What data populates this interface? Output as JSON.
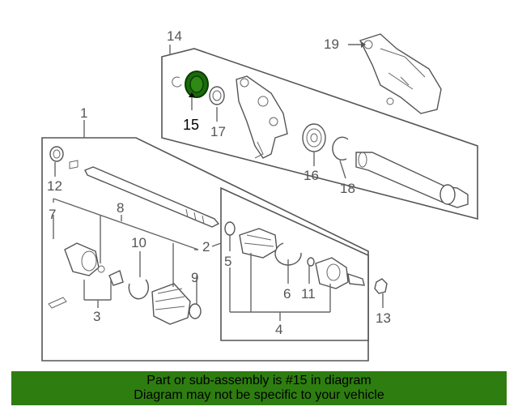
{
  "callouts": {
    "c1": "1",
    "c2": "2",
    "c3": "3",
    "c4": "4",
    "c5": "5",
    "c6": "6",
    "c7": "7",
    "c8": "8",
    "c9": "9",
    "c10": "10",
    "c11": "11",
    "c12": "12",
    "c13": "13",
    "c14": "14",
    "c15": "15",
    "c16": "16",
    "c17": "17",
    "c18": "18",
    "c19": "19"
  },
  "highlighted_part": "15",
  "colors": {
    "banner": "#2e7d10",
    "highlight": "#1a6b0a"
  },
  "banner": {
    "line1": "Part or sub-assembly is #15 in diagram",
    "line2": "Diagram may not be specific to your vehicle"
  }
}
